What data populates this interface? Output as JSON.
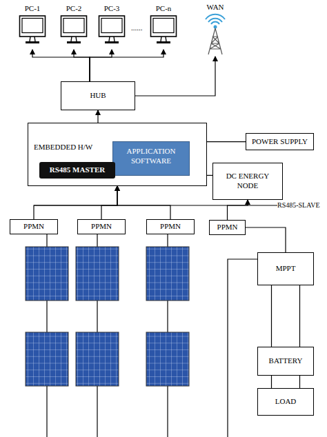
{
  "diagram": {
    "nodes": [
      {
        "text": [
          "PC-1"
        ]
      },
      {
        "text": [
          "PC-2"
        ]
      },
      {
        "text": [
          "PC-3"
        ]
      },
      {
        "text": [
          "PC-n"
        ]
      },
      {
        "text": [
          "WAN"
        ]
      },
      {
        "text": [
          "HUB"
        ]
      },
      {
        "text": [
          "EMBEDDED H/W"
        ]
      },
      {
        "text": [
          "APPLICATION SOFTWARE"
        ],
        "in": 6
      },
      {
        "text": [
          "RS485 MASTER"
        ],
        "in": 6
      },
      {
        "text": [
          "POWER SUPPLY"
        ]
      },
      {
        "text": [
          "DC ENERGY NODE"
        ]
      },
      {
        "text": [
          "PPMN"
        ]
      },
      {
        "text": [
          "PPMN"
        ]
      },
      {
        "text": [
          "PPMN"
        ]
      },
      {
        "text": [
          "PPMN"
        ]
      },
      {
        "text": [
          "MPPT"
        ]
      },
      {
        "text": [
          "BATTERY"
        ]
      },
      {
        "text": [
          "LOAD"
        ]
      }
    ],
    "edges": [
      {
        "from": 5,
        "to": 0,
        "arrow": "to"
      },
      {
        "from": 5,
        "to": 1,
        "arrow": "to"
      },
      {
        "from": 5,
        "to": 2,
        "arrow": "to"
      },
      {
        "from": 5,
        "to": 3,
        "arrow": "to"
      },
      {
        "from": 5,
        "to": 4,
        "arrow": "to"
      },
      {
        "from": 6,
        "to": 5,
        "arrow": "to"
      },
      {
        "from": 6,
        "to": 9,
        "arrow": "none"
      },
      {
        "from": 6,
        "to": 10,
        "arrow": "none"
      },
      {
        "from": 11,
        "to": 6,
        "arrow": "to"
      },
      {
        "from": 12,
        "to": 6,
        "arrow": "to"
      },
      {
        "from": 13,
        "to": 6,
        "arrow": "to"
      },
      {
        "from": 14,
        "to": 10,
        "arrow": "to"
      },
      {
        "from": 14,
        "to": 15,
        "arrow": "none"
      },
      {
        "from": 15,
        "to": 16,
        "arrow": "none"
      },
      {
        "from": 15,
        "to": 16,
        "arrow": "none"
      },
      {
        "from": 16,
        "to": 17,
        "arrow": "none"
      },
      {
        "from": 16,
        "to": 17,
        "arrow": "none"
      }
    ],
    "labels": [
      "......",
      "RS485-SLAVE"
    ]
  }
}
